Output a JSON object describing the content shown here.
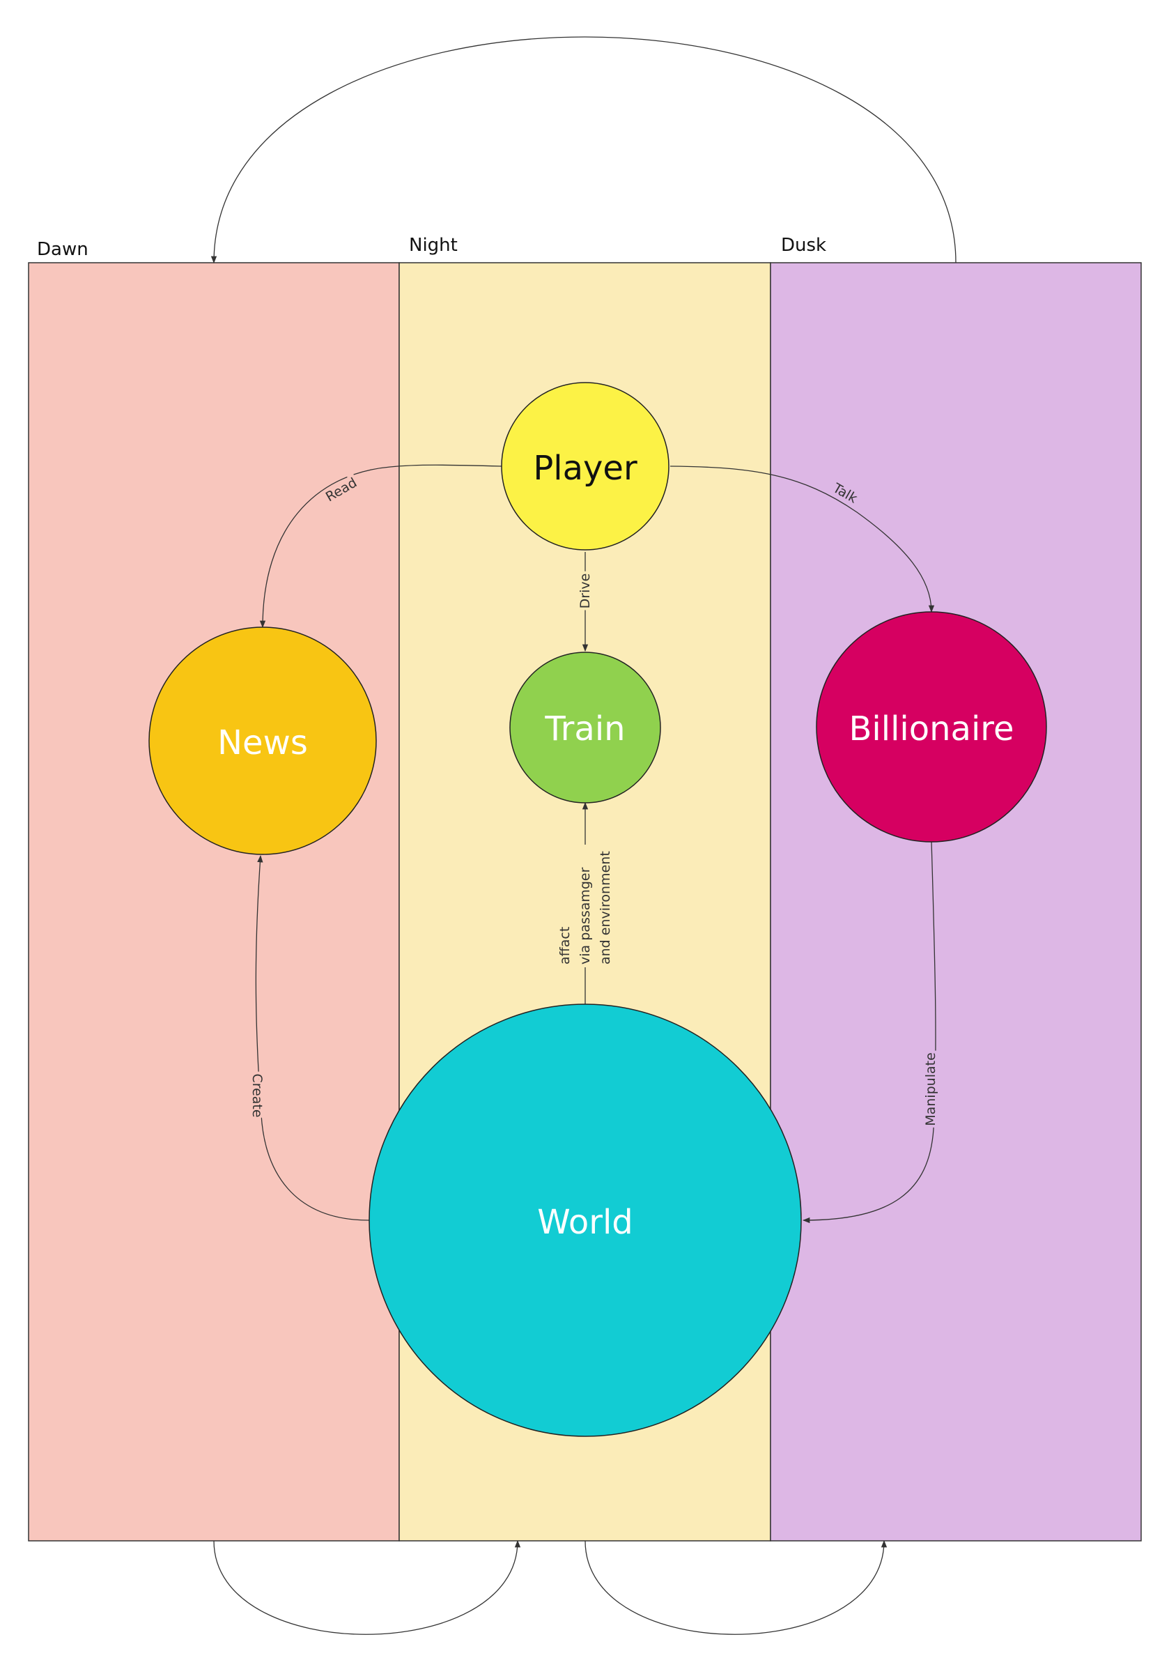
{
  "lanes": [
    {
      "label": "Dawn",
      "color": "#f8c6bd"
    },
    {
      "label": "Night",
      "color": "#fbecb8"
    },
    {
      "label": "Dusk",
      "color": "#ddb7e5"
    }
  ],
  "nodes": {
    "player": {
      "label": "Player",
      "color": "#fcf246",
      "text_color": "#111111"
    },
    "news": {
      "label": "News",
      "color": "#f8c513",
      "text_color": "#ffffff"
    },
    "train": {
      "label": "Train",
      "color": "#90d14e",
      "text_color": "#ffffff"
    },
    "billionaire": {
      "label": "Billionaire",
      "color": "#d60061",
      "text_color": "#ffffff"
    },
    "world": {
      "label": "World",
      "color": "#12ccd3",
      "text_color": "#ffffff"
    }
  },
  "edges": {
    "read": "Read",
    "talk": "Talk",
    "drive": "Drive",
    "affect_lines": [
      "affact",
      "via passamger",
      "and environment"
    ],
    "create": "Create",
    "manipulate": "Manipulate"
  }
}
